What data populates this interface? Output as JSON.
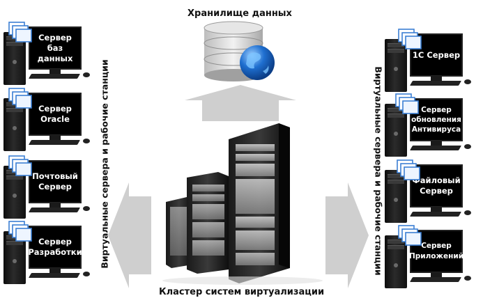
{
  "storage": {
    "title": "Хранилище данных"
  },
  "cluster": {
    "title": "Кластер систем виртуализации"
  },
  "left_side_label": "Виртуальные сервера и рабочие станции",
  "right_side_label": "Виртуальные сервера и рабочие станции",
  "left_workstations": [
    {
      "screen": "Сервер\nбаз\nданных"
    },
    {
      "screen": "Сервер\nOracle"
    },
    {
      "screen": "Почтовый\nСервер"
    },
    {
      "screen": "Сервер\nРазработки"
    }
  ],
  "right_workstations": [
    {
      "screen": "1С Сервер"
    },
    {
      "screen": "Сервер\nобновления\nАнтивируса"
    },
    {
      "screen": "Файловый\nСервер"
    },
    {
      "screen": "Сервер\nПриложений"
    }
  ],
  "colors": {
    "arrow": "#cfcfcf",
    "globe": "#1f6fd0",
    "vm_icon": "#3b7fd4"
  }
}
